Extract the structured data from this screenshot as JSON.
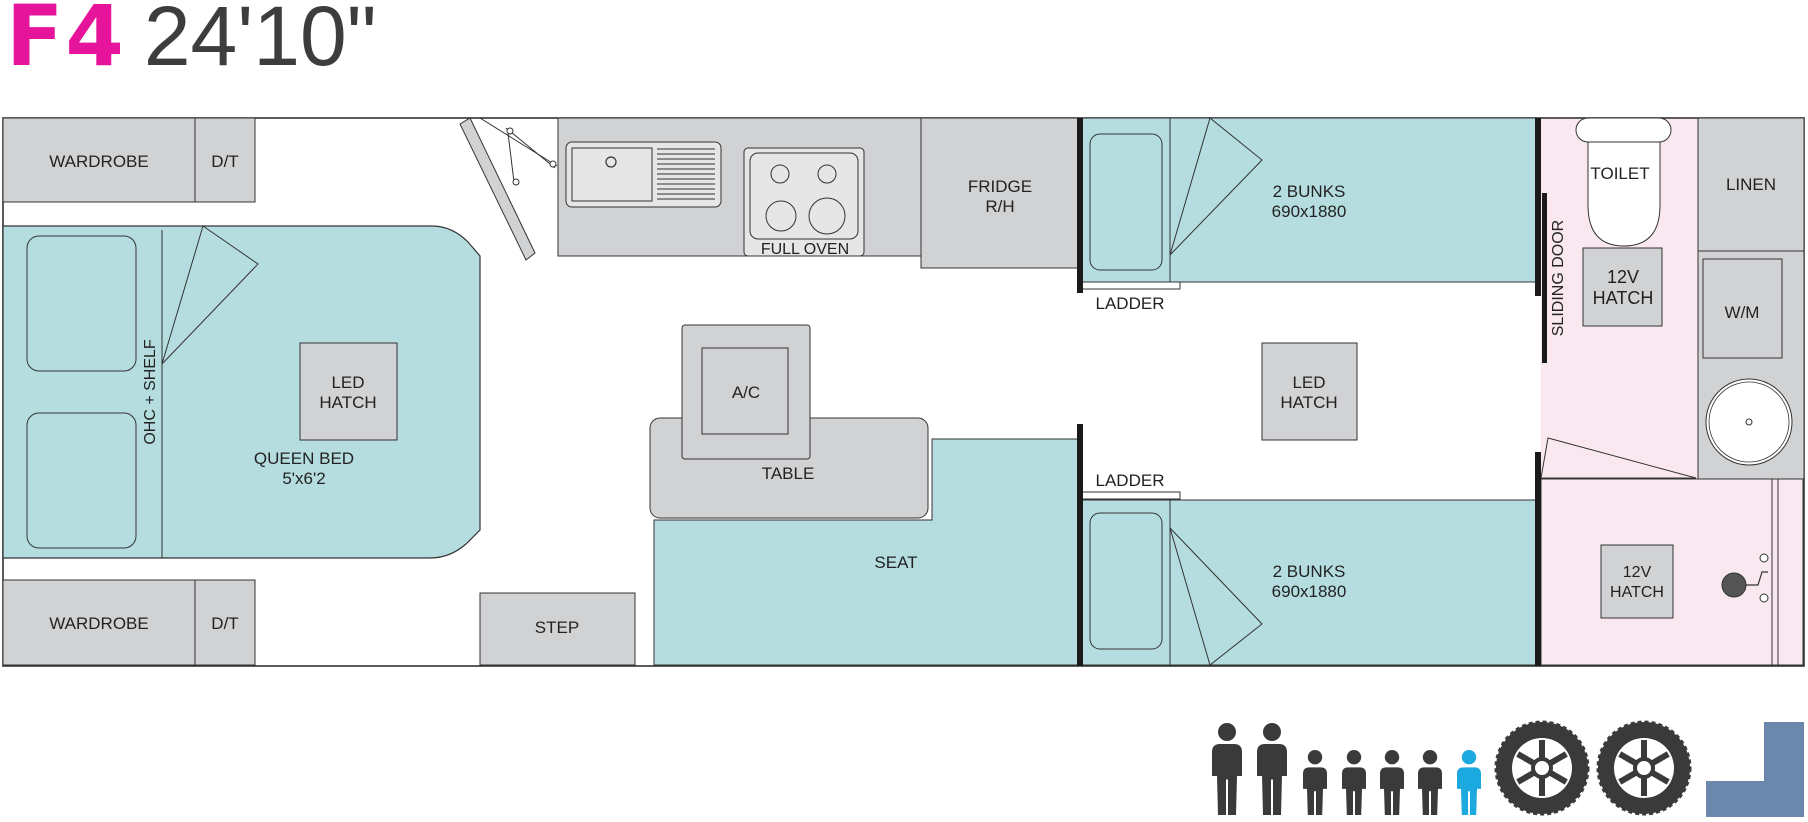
{
  "title": {
    "model": "F4",
    "length": "24'10\""
  },
  "colors": {
    "brand_pink": "#e5149a",
    "bed_fill": "#b5dde0",
    "cabinet_fill": "#d1d2d4",
    "ensuite_fill": "#fae8f1",
    "outline": "#333333",
    "wall": "#1a1a1a",
    "person_dark": "#3a3a3a",
    "person_highlight": "#1ba9e0",
    "drawbar_fill": "#6b88ac"
  },
  "labels": {
    "wardrobe_top": "WARDROBE",
    "dt_top": "D/T",
    "wardrobe_bottom": "WARDROBE",
    "dt_bottom": "D/T",
    "ohc_shelf": "OHC + SHELF",
    "led_hatch_front": [
      "LED",
      "HATCH"
    ],
    "queen_bed": [
      "QUEEN BED",
      "5'x6'2"
    ],
    "step": "STEP",
    "full_oven": "FULL OVEN",
    "fridge": [
      "FRIDGE",
      "R/H"
    ],
    "ac": "A/C",
    "table": "TABLE",
    "seat": "SEAT",
    "bunks_top": [
      "2 BUNKS",
      "690x1880"
    ],
    "bunks_bottom": [
      "2 BUNKS",
      "690x1880"
    ],
    "ladder_top": "LADDER",
    "ladder_bottom": "LADDER",
    "led_hatch_bunk": [
      "LED",
      "HATCH"
    ],
    "sliding_door": "SLIDING DOOR",
    "toilet": "TOILET",
    "hatch_12v_top": [
      "12V",
      "HATCH"
    ],
    "hatch_12v_bottom": [
      "12V",
      "HATCH"
    ],
    "linen": "LINEN",
    "wm": "W/M"
  },
  "icons": {
    "people": [
      {
        "name": "adult-icon",
        "highlight": false
      },
      {
        "name": "adult-icon",
        "highlight": false
      },
      {
        "name": "child-icon",
        "highlight": false
      },
      {
        "name": "child-icon",
        "highlight": false
      },
      {
        "name": "child-icon",
        "highlight": false
      },
      {
        "name": "child-icon",
        "highlight": false
      },
      {
        "name": "child-icon",
        "highlight": true
      }
    ],
    "wheels": [
      "wheel-icon",
      "wheel-icon"
    ],
    "extra": "drawbar-icon"
  }
}
